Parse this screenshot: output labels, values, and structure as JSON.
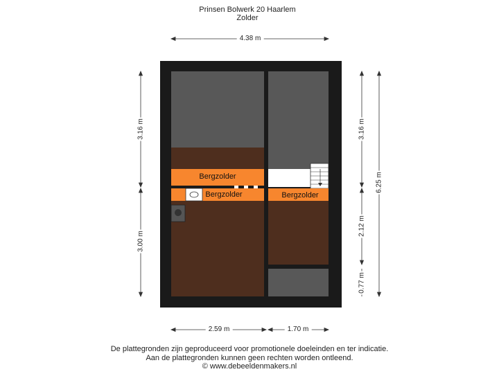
{
  "header": {
    "address": "Prinsen Bolwerk 20 Haarlem",
    "floor": "Zolder"
  },
  "rooms": [
    {
      "label": "Bergzolder"
    },
    {
      "label": "Bergzolder"
    },
    {
      "label": "Bergzolder"
    }
  ],
  "dimensions": {
    "top_width": "4.38 m",
    "left_upper": "3.16 m",
    "left_lower": "3.00 m",
    "right_upper": "3.16 m",
    "right_middle": "2.12 m",
    "right_bottom": "0.77 m",
    "right_total": "6.25 m",
    "bottom_left": "2.59 m",
    "bottom_right": "1.70 m"
  },
  "footer": {
    "line1": "De plattegronden zijn geproduceerd voor promotionele doeleinden en ter indicatie.",
    "line2": "Aan de plattegronden kunnen geen rechten worden ontleend.",
    "line3": "© www.debeeldenmakers.nl"
  },
  "colors": {
    "wall": "#1a1a1a",
    "dark_grey_area": "#585858",
    "floor_brown": "#4e2e1e",
    "label_orange": "#f7862e",
    "stair_white": "#ffffff"
  }
}
